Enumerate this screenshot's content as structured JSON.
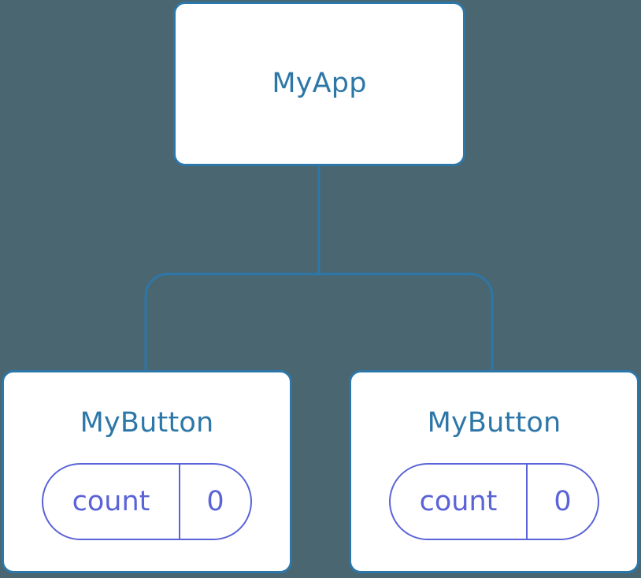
{
  "diagram": {
    "type": "component-tree",
    "background_color": "#4a6670",
    "node_border_color": "#2d77a8",
    "node_title_color": "#2d77a8",
    "node_fill_color": "#ffffff",
    "edge_color": "#2d77a8",
    "state_pill_color": "#5a63d8",
    "root": {
      "title": "MyApp"
    },
    "children": [
      {
        "title": "MyButton",
        "state": {
          "key": "count",
          "value": "0"
        }
      },
      {
        "title": "MyButton",
        "state": {
          "key": "count",
          "value": "0"
        }
      }
    ]
  }
}
